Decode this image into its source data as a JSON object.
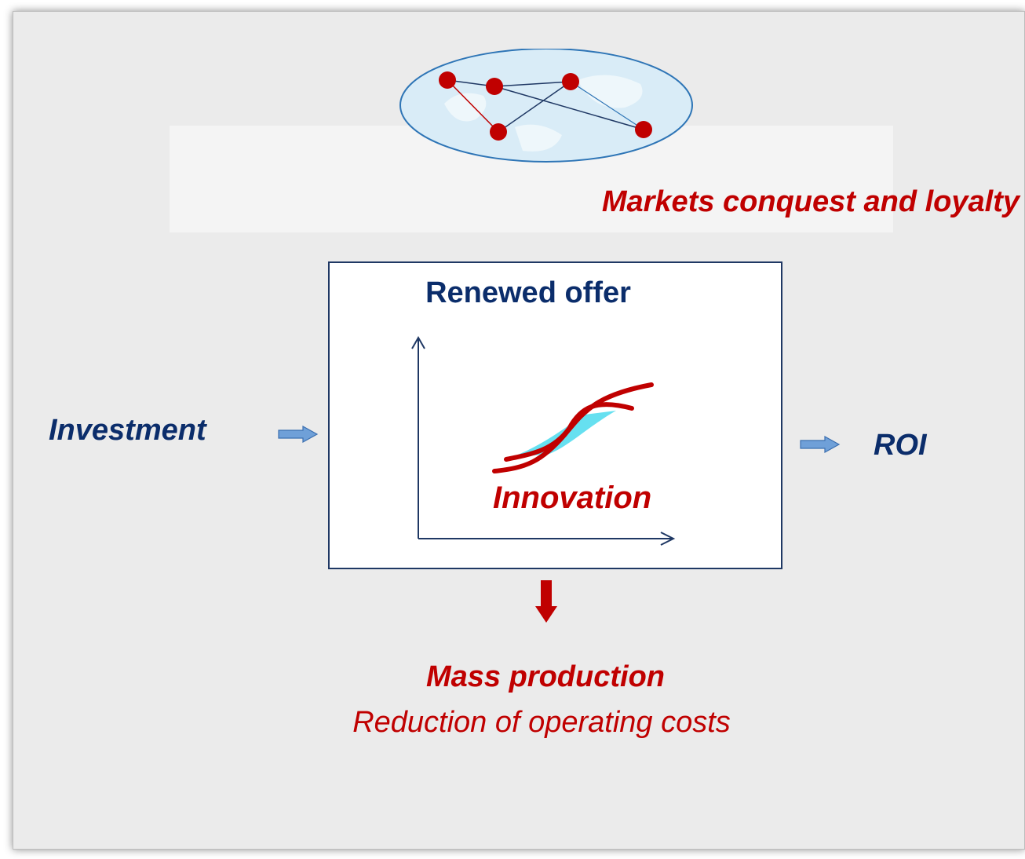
{
  "diagram": {
    "markets_label": "Markets conquest and loyalty",
    "center_title": "Renewed offer",
    "innovation_label": "Innovation",
    "input_label": "Investment",
    "output_label": "ROI",
    "bottom_title": "Mass production",
    "bottom_subtitle": "Reduction of operating costs"
  },
  "colors": {
    "navy": "#0b2d6b",
    "red": "#c00000",
    "globe_fill": "#d9ecf7",
    "globe_border": "#2e75b6",
    "arrow_blue": "#6fa0d8",
    "curve_fill": "#66e0f0"
  },
  "icons": {
    "globe": "network-globe-icon",
    "input_arrow": "arrow-right-icon",
    "output_arrow": "arrow-right-icon",
    "down_arrow": "arrow-down-icon"
  }
}
